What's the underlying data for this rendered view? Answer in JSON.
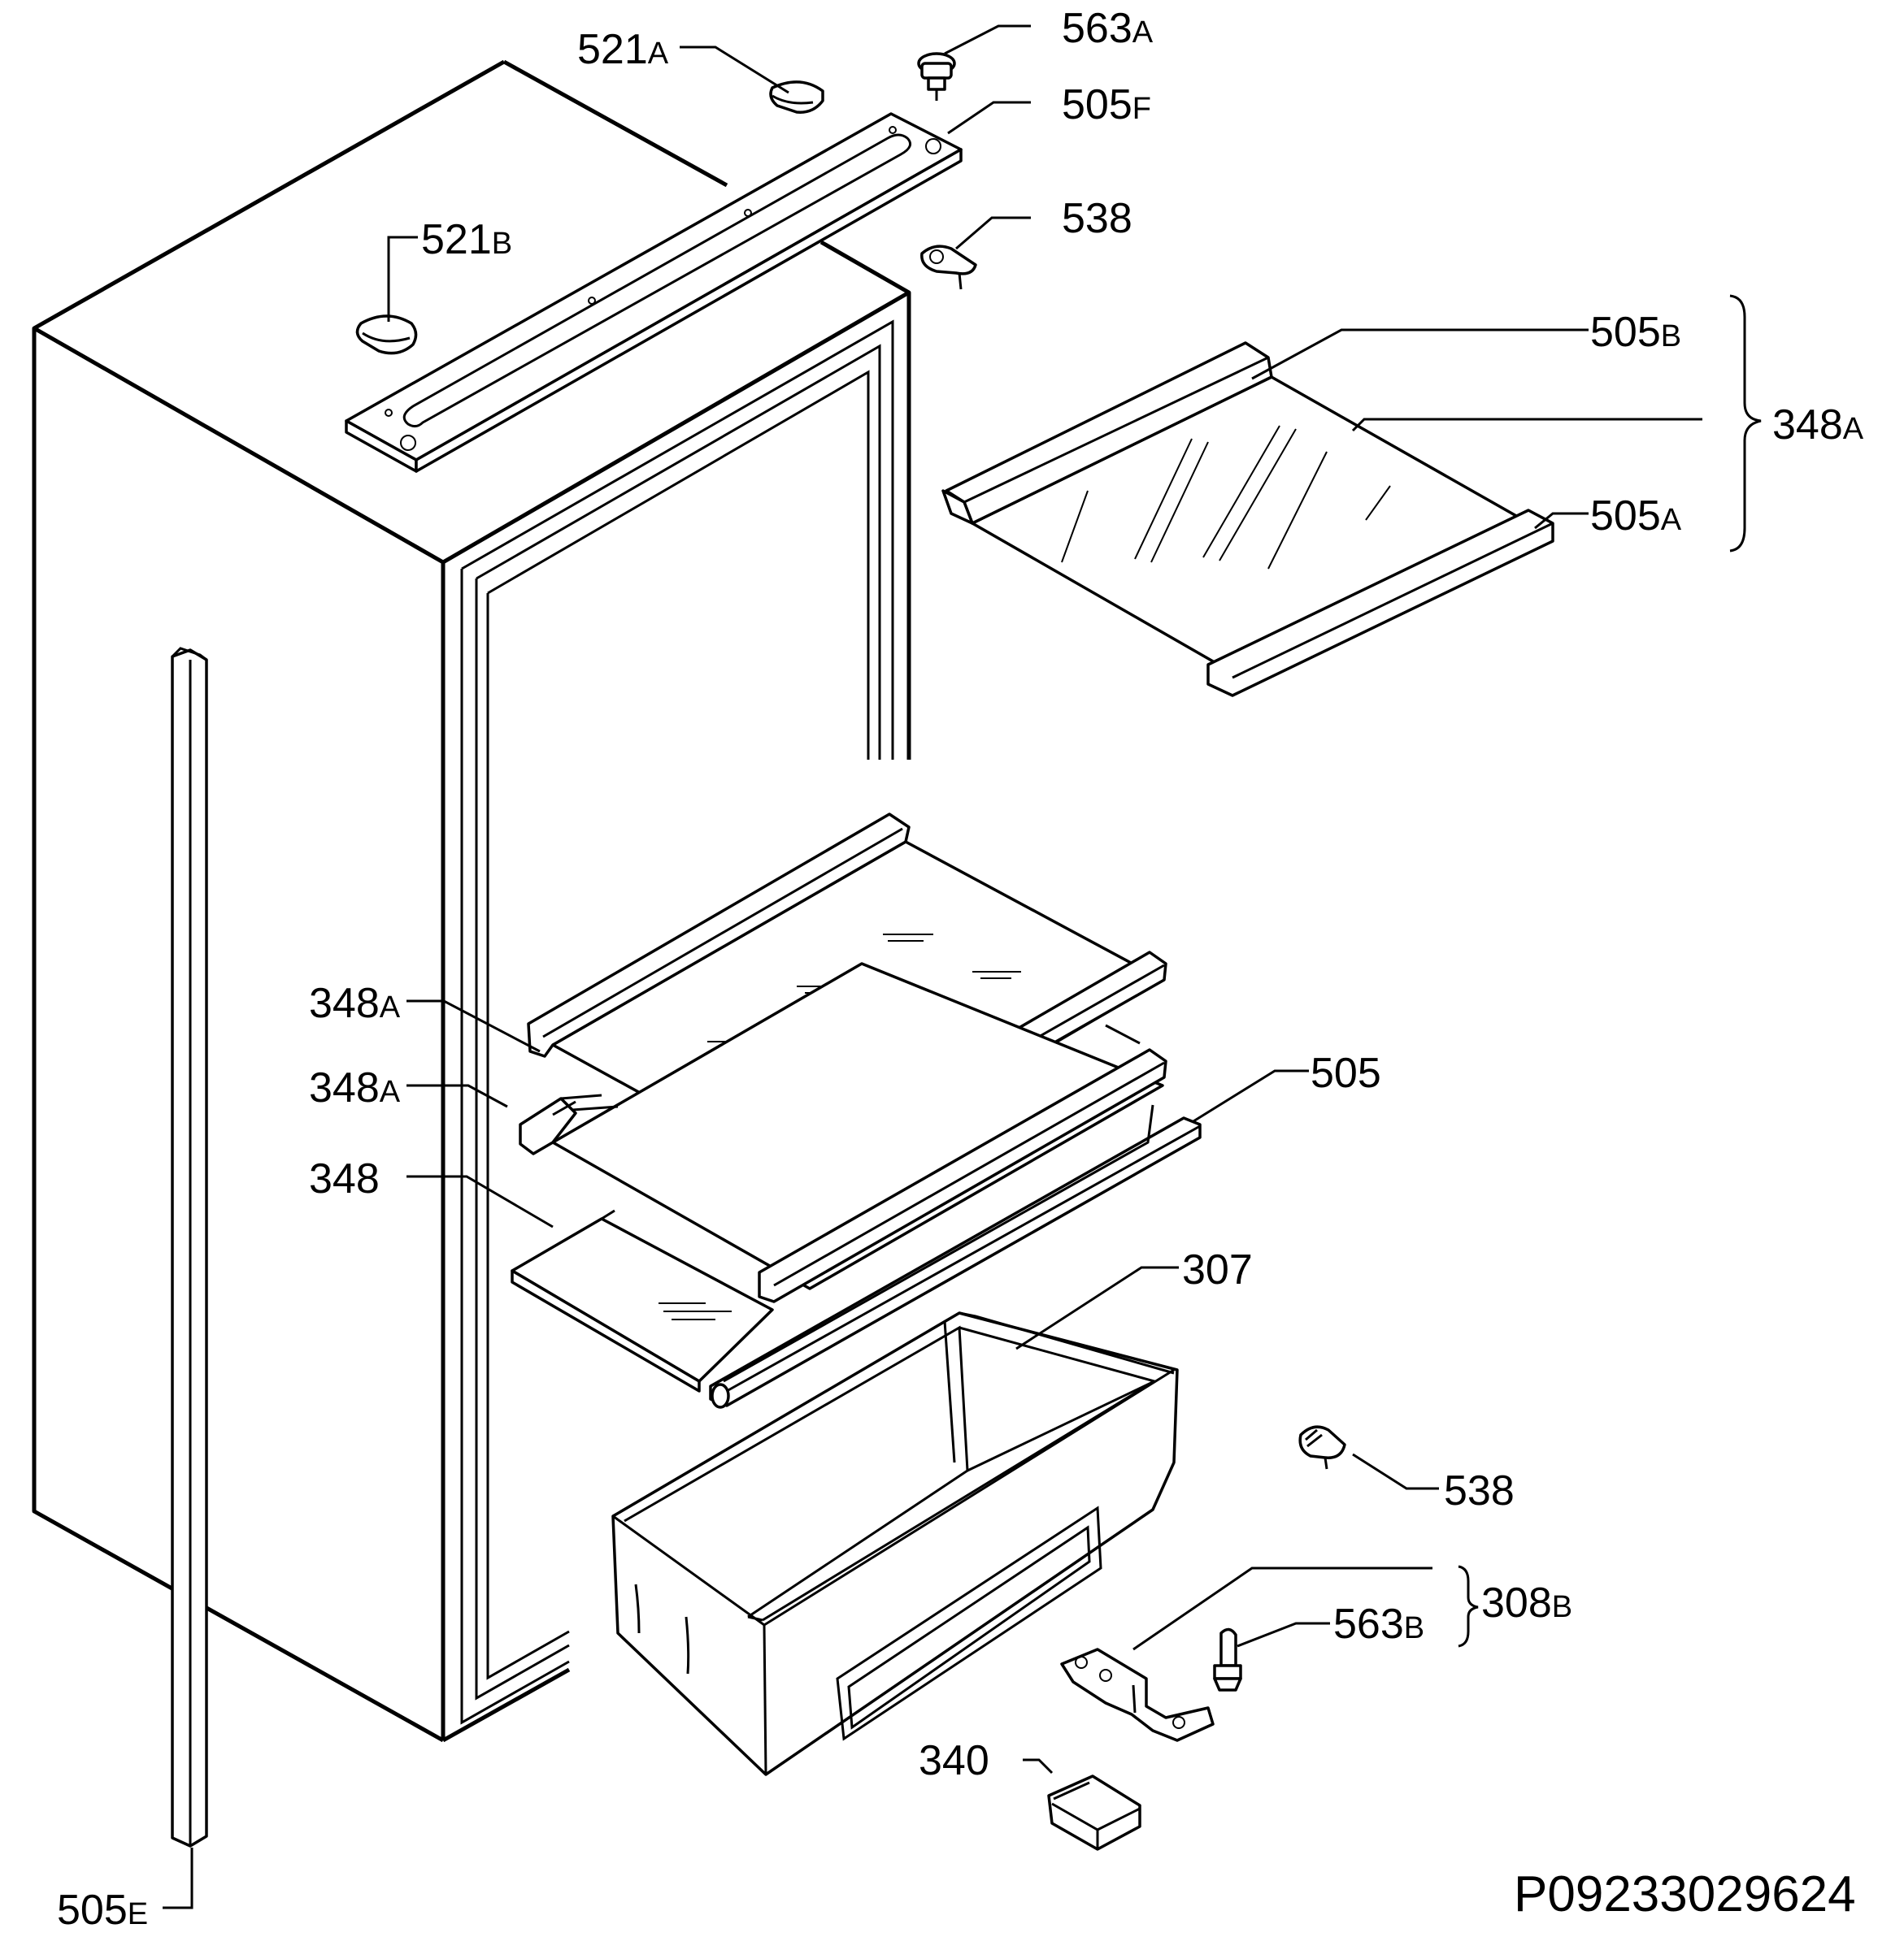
{
  "callouts": {
    "c521A": {
      "num": "521",
      "suffix": "A"
    },
    "c563A": {
      "num": "563",
      "suffix": "A"
    },
    "c505F": {
      "num": "505",
      "suffix": "F"
    },
    "c521B": {
      "num": "521",
      "suffix": "B"
    },
    "c538top": {
      "num": "538",
      "suffix": ""
    },
    "c505B": {
      "num": "505",
      "suffix": "B"
    },
    "c348Agroup": {
      "num": "348",
      "suffix": "A"
    },
    "c505A": {
      "num": "505",
      "suffix": "A"
    },
    "c348A1": {
      "num": "348",
      "suffix": "A"
    },
    "c348A2": {
      "num": "348",
      "suffix": "A"
    },
    "c348": {
      "num": "348",
      "suffix": ""
    },
    "c505": {
      "num": "505",
      "suffix": ""
    },
    "c307": {
      "num": "307",
      "suffix": ""
    },
    "c538bottom": {
      "num": "538",
      "suffix": ""
    },
    "c563B": {
      "num": "563",
      "suffix": "B"
    },
    "c308B": {
      "num": "308",
      "suffix": "B"
    },
    "c340": {
      "num": "340",
      "suffix": ""
    },
    "c505E": {
      "num": "505",
      "suffix": "E"
    }
  },
  "drawing_code": "P09233029624"
}
